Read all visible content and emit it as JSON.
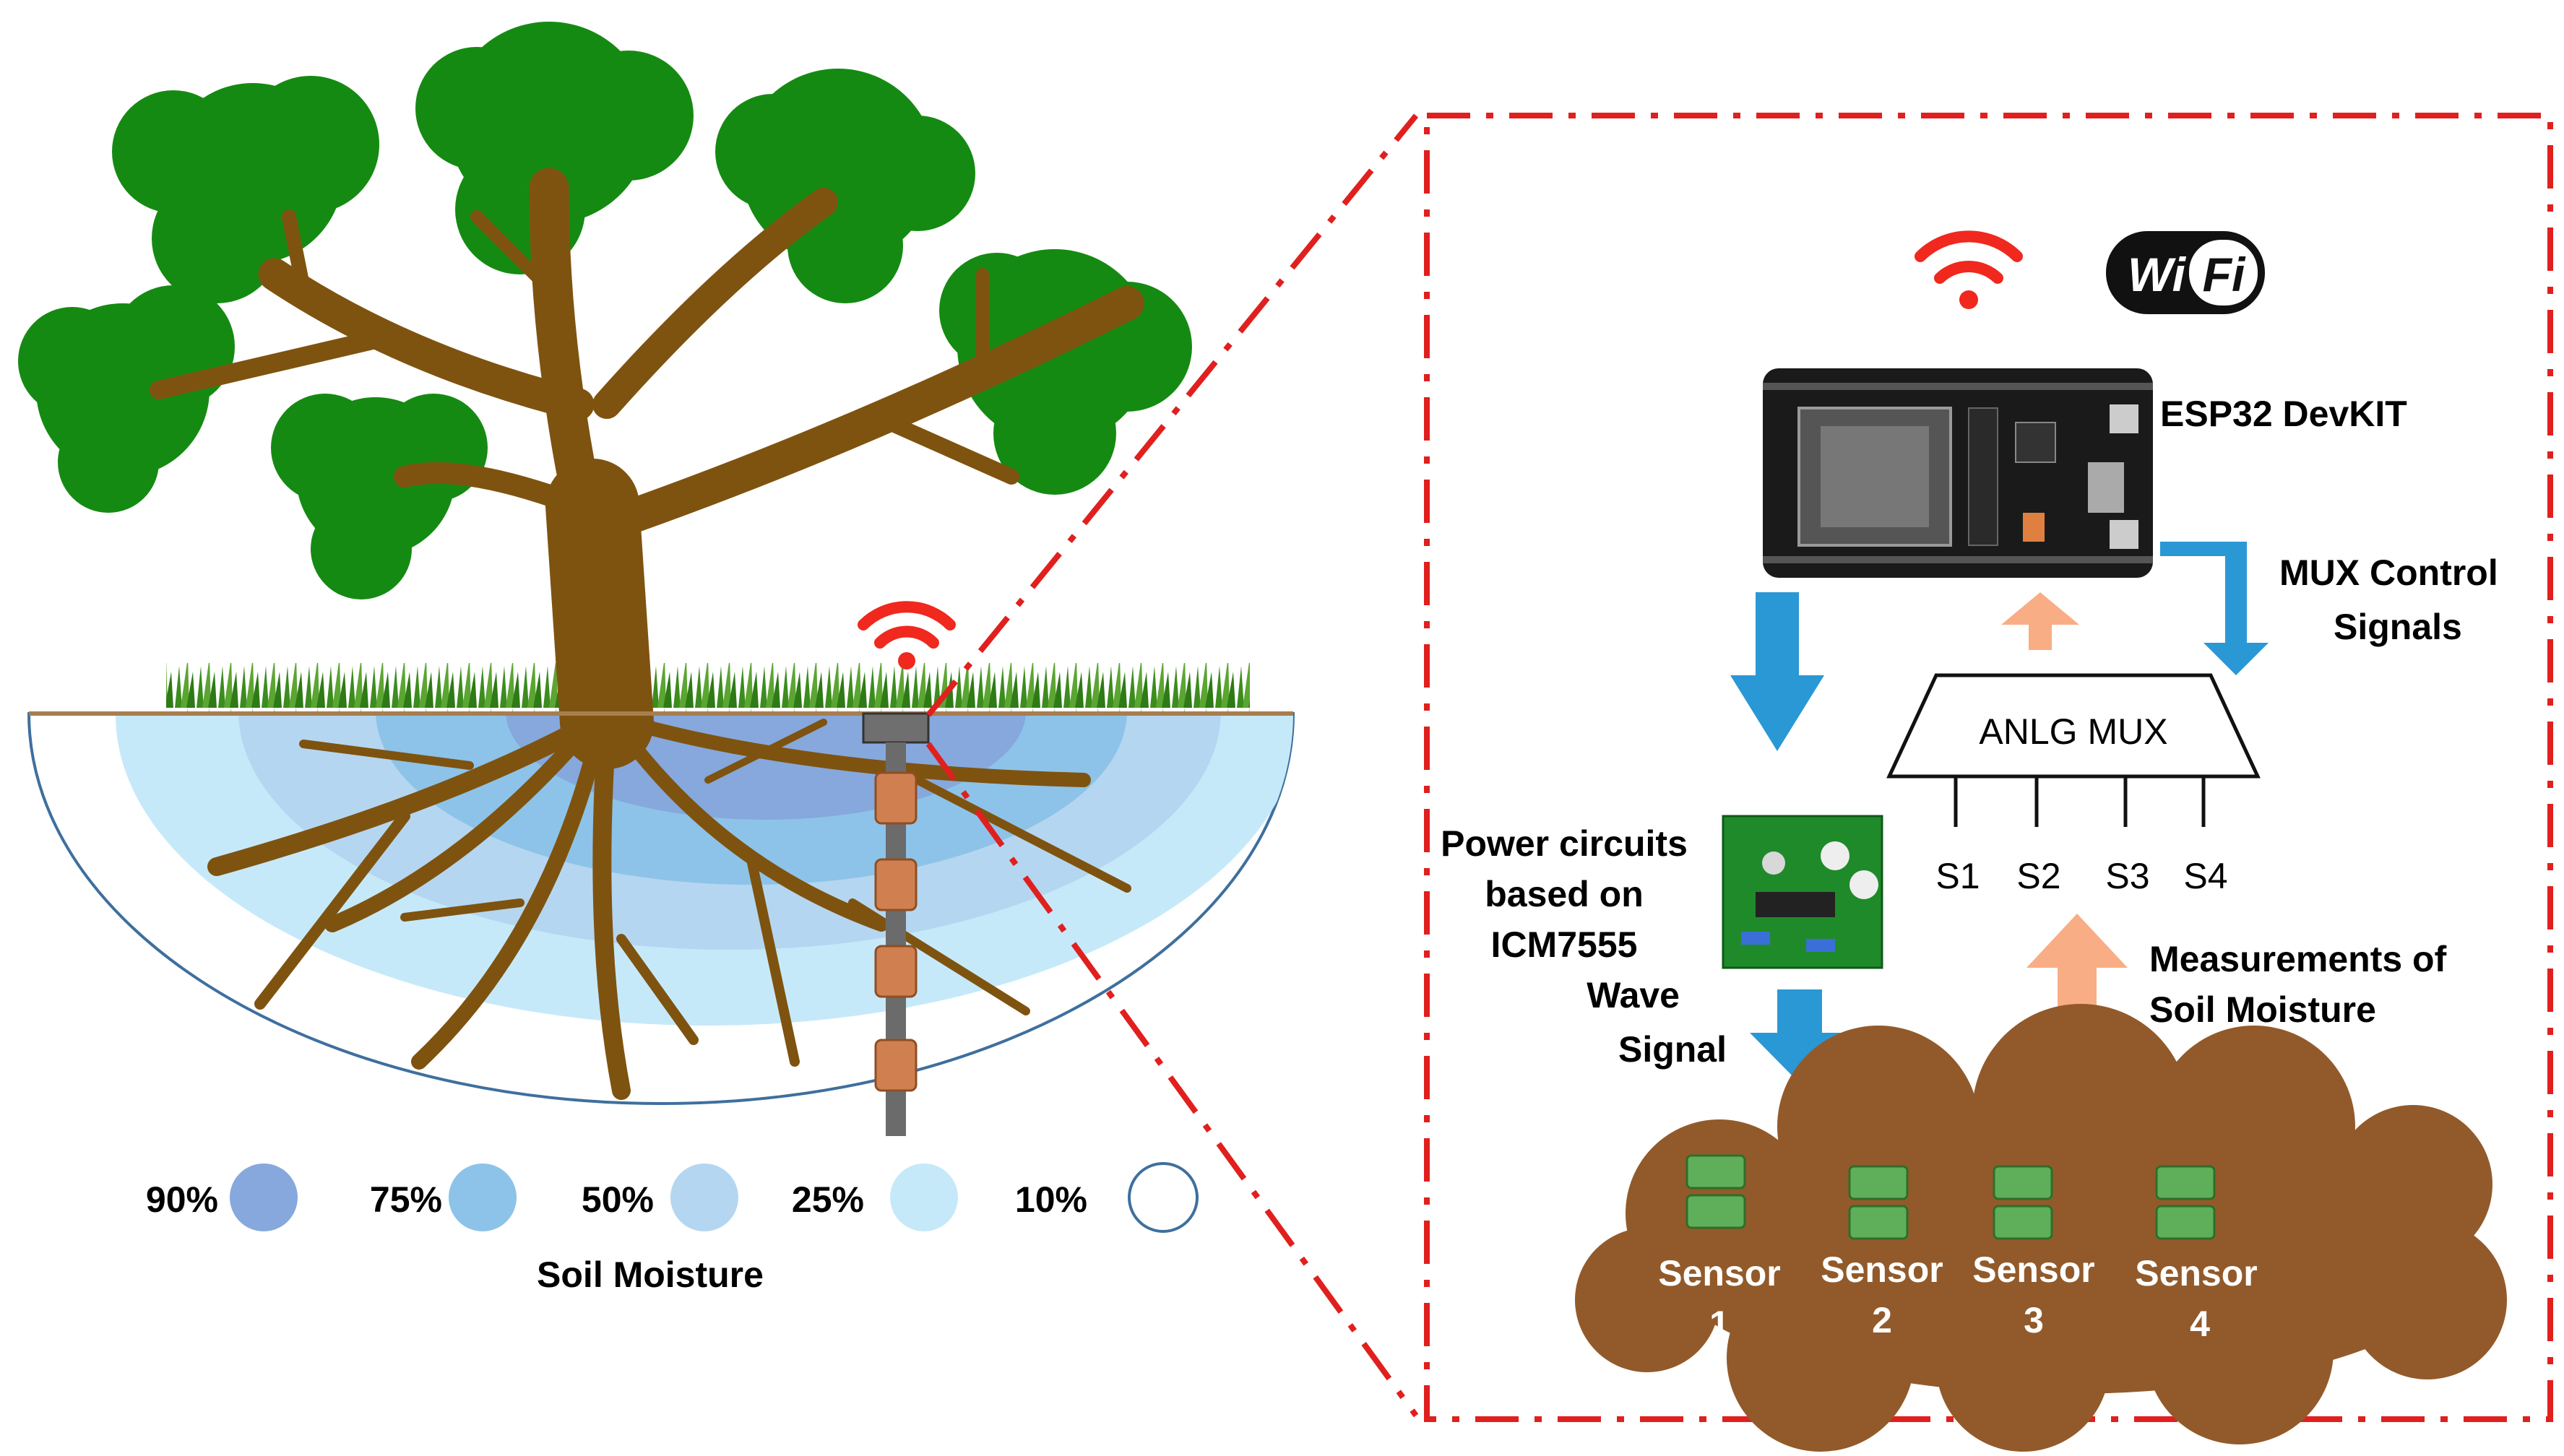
{
  "legend": {
    "title": "Soil Moisture",
    "items": [
      {
        "label": "90%",
        "color": "#86A8DC"
      },
      {
        "label": "75%",
        "color": "#8DC3E8"
      },
      {
        "label": "50%",
        "color": "#B5D6F0"
      },
      {
        "label": "25%",
        "color": "#C6E9FA"
      },
      {
        "label": "10%",
        "color": "#FFFFFF"
      }
    ]
  },
  "board": {
    "label": "ESP32 DevKIT",
    "wifi_logo_left": "Wi",
    "wifi_logo_right": "Fi"
  },
  "mux": {
    "label": "ANLG MUX",
    "channels": [
      "S1",
      "S2",
      "S3",
      "S4"
    ],
    "control_label_line1": "MUX Control",
    "control_label_line2": "Signals"
  },
  "power": {
    "line1": "Power circuits",
    "line2": "based on",
    "line3": "ICM7555",
    "wave_line1": "Wave",
    "wave_line2": "Signal"
  },
  "measurements": {
    "line1": "Measurements of",
    "line2": "Soil Moisture"
  },
  "sensors": [
    {
      "word": "Sensor",
      "num": "1"
    },
    {
      "word": "Sensor",
      "num": "2"
    },
    {
      "word": "Sensor",
      "num": "3"
    },
    {
      "word": "Sensor",
      "num": "4"
    }
  ],
  "colors": {
    "frame": "#E0201E",
    "arrow_blue": "#2A98D5",
    "arrow_orange": "#F9AD85",
    "trunk": "#7E5310",
    "leaf": "#158A12",
    "soil": "#925A2A",
    "wifi": "#F0281E"
  }
}
